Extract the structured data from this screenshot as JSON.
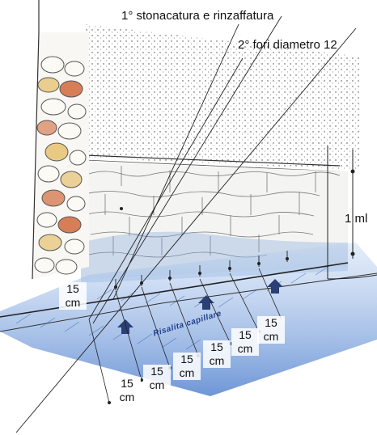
{
  "labels": {
    "step1": "1° stonacatura e rinzaffatura",
    "step2": "2° fori diametro 12",
    "height": "1 ml",
    "spacing": [
      {
        "value": "15",
        "unit": "cm"
      },
      {
        "value": "15",
        "unit": "cm"
      },
      {
        "value": "15",
        "unit": "cm"
      },
      {
        "value": "15",
        "unit": "cm"
      },
      {
        "value": "15",
        "unit": "cm"
      },
      {
        "value": "15",
        "unit": "cm"
      },
      {
        "value": "15",
        "unit": "cm"
      }
    ],
    "water_text": "Risalita capillare"
  },
  "colors": {
    "stone_outline": "#555555",
    "brick": "#d2693a",
    "ochre": "#e0b24a",
    "water": "#5b8fd8",
    "plaster": "#f3f3f3"
  }
}
